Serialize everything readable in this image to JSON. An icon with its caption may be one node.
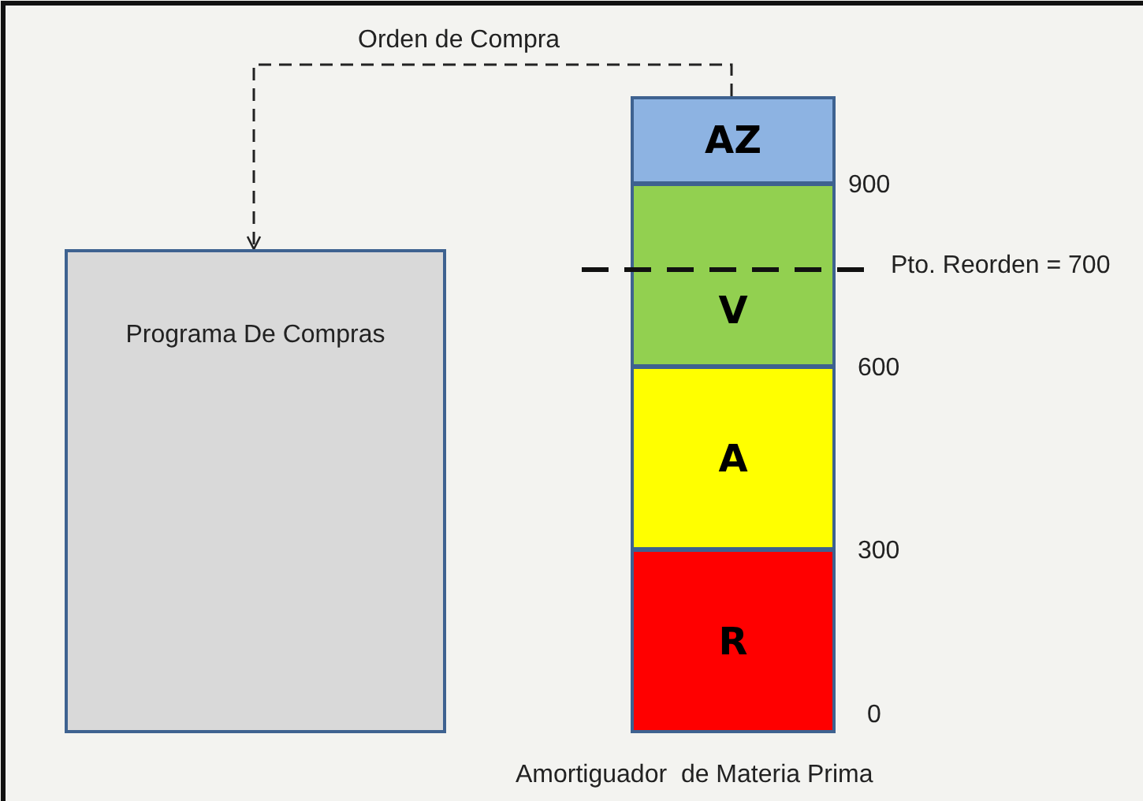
{
  "diagram": {
    "nodes": [
      {
        "text": [
          "Programa De Compras"
        ]
      },
      {
        "text": [
          "AZ"
        ]
      },
      {
        "text": [
          "V"
        ]
      },
      {
        "text": [
          "A"
        ]
      },
      {
        "text": [
          "R"
        ]
      }
    ],
    "edges": [
      {
        "from": 1,
        "to": 0,
        "arrow": "to",
        "label": "Orden de Compra",
        "style": "dashed"
      }
    ],
    "labels": [
      "900",
      "Pto. Reorden = 700",
      "600",
      "300",
      "0",
      "Amortiguador  de Materia Prima"
    ]
  }
}
